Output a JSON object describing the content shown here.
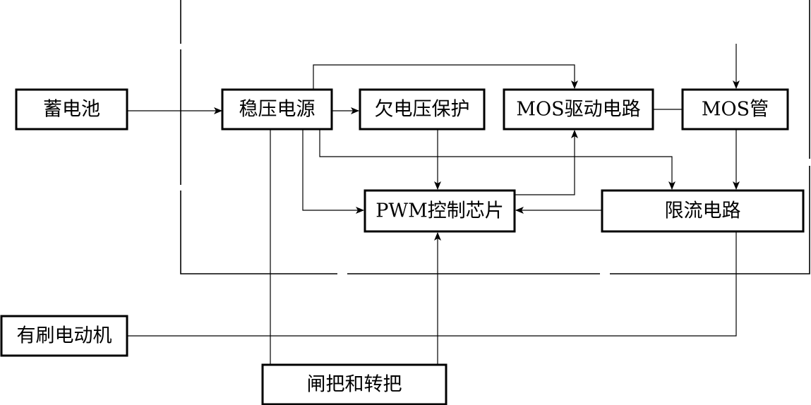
{
  "diagram": {
    "nodes": {
      "battery": "蓄电池",
      "regulator": "稳压电源",
      "undervoltage": "欠电压保护",
      "mos_driver": "MOS驱动电路",
      "mos_tube": "MOS管",
      "pwm_chip": "PWM控制芯片",
      "current_limit": "限流电路",
      "motor": "有刷电动机",
      "brake_throttle": "闸把和转把"
    },
    "edges": [
      {
        "from": "battery",
        "to": "regulator"
      },
      {
        "from": "regulator",
        "to": "undervoltage"
      },
      {
        "from": "regulator",
        "to": "mos_driver"
      },
      {
        "from": "regulator",
        "to": "current_limit"
      },
      {
        "from": "regulator",
        "to": "pwm_chip"
      },
      {
        "from": "undervoltage",
        "to": "pwm_chip"
      },
      {
        "from": "pwm_chip",
        "to": "mos_driver"
      },
      {
        "from": "mos_driver",
        "to": "mos_tube"
      },
      {
        "from": "mos_tube",
        "to": "current_limit"
      },
      {
        "from": "current_limit",
        "to": "pwm_chip"
      },
      {
        "from": "current_limit",
        "to": "motor"
      },
      {
        "from": "brake_throttle",
        "to": "pwm_chip"
      },
      {
        "from": "regulator",
        "to": "brake_throttle"
      }
    ]
  }
}
